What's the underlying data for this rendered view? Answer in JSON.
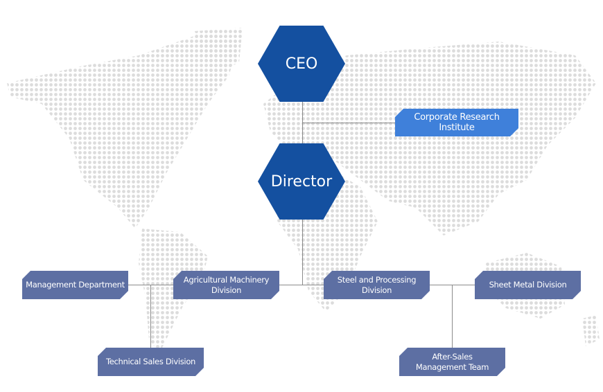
{
  "colors": {
    "executive": "#1450a0",
    "research": "#3f80da",
    "division": "#5d6fa3",
    "line": "#8a8a8a",
    "map_dots": "#dcdcdc"
  },
  "nodes": {
    "ceo": "CEO",
    "director": "Director",
    "research": "Corporate Research Institute",
    "management": "Management Department",
    "agricultural": "Agricultural Machinery Division",
    "steel": "Steel and Processing Division",
    "sheet_metal": "Sheet Metal Division",
    "technical_sales": "Technical Sales Division",
    "after_sales": "After-Sales Management Team"
  }
}
